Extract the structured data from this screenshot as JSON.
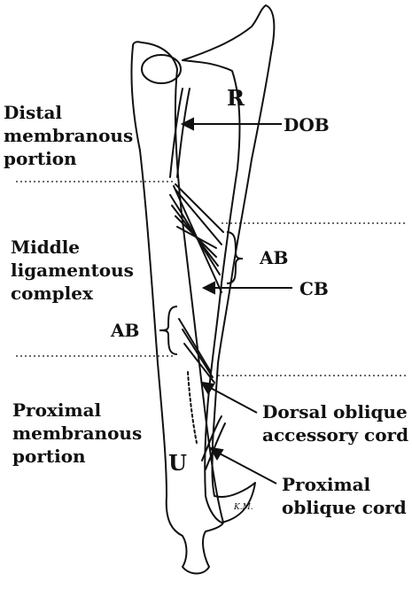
{
  "labels": {
    "radius": "R",
    "ulna": "U",
    "dob": "DOB",
    "ab_right": "AB",
    "ab_left": "AB",
    "cb": "CB",
    "distal": [
      "Distal",
      "membranous",
      "portion"
    ],
    "middle": [
      "Middle",
      "ligamentous",
      "complex"
    ],
    "proximal": [
      "Proximal",
      "membranous",
      "portion"
    ],
    "dorsal_oblique": [
      "Dorsal oblique",
      "accessory cord"
    ],
    "proximal_oblique": [
      "Proximal",
      "oblique cord"
    ],
    "signature": "K.M."
  }
}
